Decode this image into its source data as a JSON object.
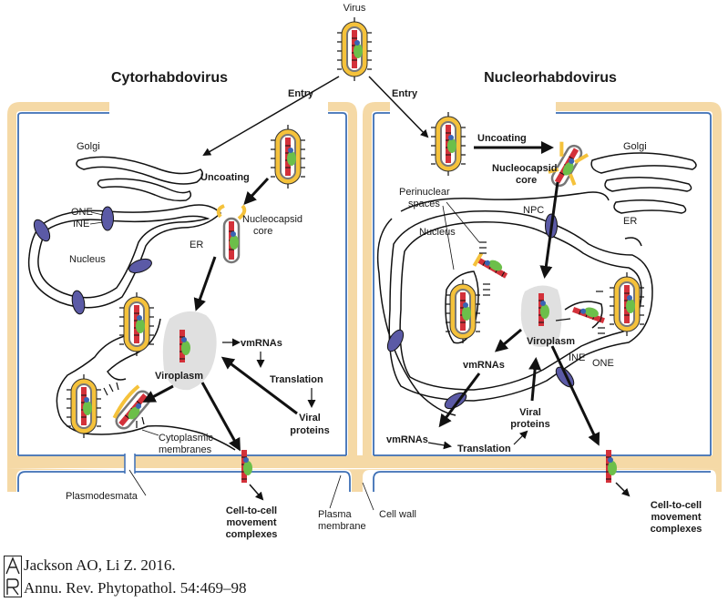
{
  "virus_label": "Virus",
  "left_panel": {
    "title": "Cytorhabdovirus",
    "entry": "Entry",
    "golgi": "Golgi",
    "uncoating": "Uncoating",
    "one": "ONE",
    "ine": "INE",
    "nucleus": "Nucleus",
    "er": "ER",
    "nucleocapsid_core_line1": "Nucleocapsid",
    "nucleocapsid_core_line2": "core",
    "vmrnas": "vmRNAs",
    "viroplasm": "Viroplasm",
    "translation": "Translation",
    "viral_proteins_line1": "Viral",
    "viral_proteins_line2": "proteins",
    "cytoplasmic_membranes_line1": "Cytoplasmic",
    "cytoplasmic_membranes_line2": "membranes",
    "plasmodesmata": "Plasmodesmata",
    "cell_to_cell_line1": "Cell-to-cell",
    "cell_to_cell_line2": "movement",
    "cell_to_cell_line3": "complexes",
    "plasma_membrane_line1": "Plasma",
    "plasma_membrane_line2": "membrane"
  },
  "right_panel": {
    "title": "Nucleorhabdovirus",
    "entry": "Entry",
    "uncoating": "Uncoating",
    "golgi": "Golgi",
    "nucleocapsid_core_line1": "Nucleocapsid",
    "nucleocapsid_core_line2": "core",
    "perinuclear_line1": "Perinuclear",
    "perinuclear_line2": "spaces",
    "npc": "NPC",
    "er": "ER",
    "nucleus": "Nucleus",
    "viroplasm": "Viroplasm",
    "vmrnas_nuclear": "vmRNAs",
    "ine": "INE",
    "one": "ONE",
    "viral_proteins_line1": "Viral",
    "viral_proteins_line2": "proteins",
    "vmrnas_cyto": "vmRNAs",
    "translation": "Translation",
    "cell_wall": "Cell wall",
    "cell_to_cell_line1": "Cell-to-cell",
    "cell_to_cell_line2": "movement",
    "cell_to_cell_line3": "complexes"
  },
  "citation": {
    "line1": "Jackson AO, Li Z. 2016.",
    "line2": "Annu. Rev. Phytopathol. 54:469–98"
  },
  "colors": {
    "cell_wall": "#f5d9a6",
    "plasma_membrane": "#3d6fb5",
    "npc": "#5b5aa6",
    "viroplasm": "#e0e0e0",
    "virion_envelope": "#f5c23b",
    "rna": "#d3313a",
    "protein_green": "#6cbf4a",
    "protein_blue": "#3a64b3"
  }
}
